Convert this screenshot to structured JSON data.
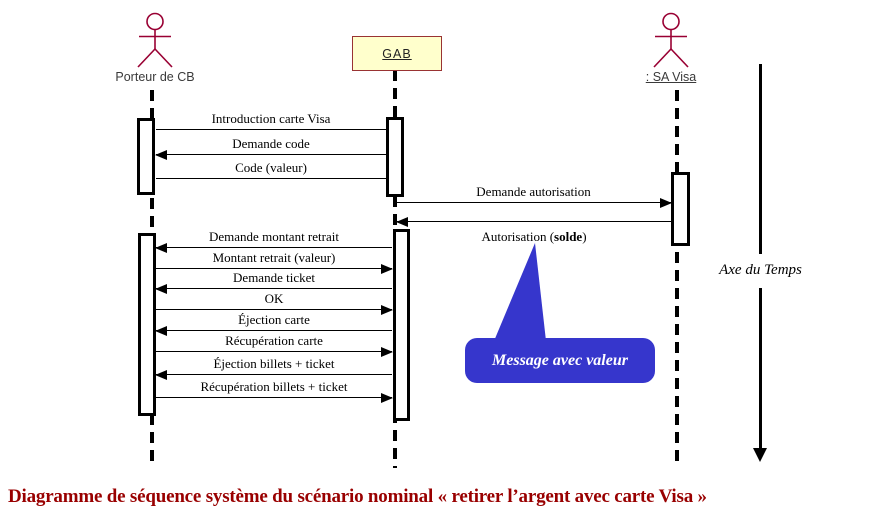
{
  "diagram": {
    "type": "uml-sequence-diagram",
    "caption": "Diagramme de séquence système du scénario nominal « retirer l’argent avec carte Visa »",
    "actors": [
      {
        "id": "porteur",
        "label": "Porteur de CB",
        "kind": "actor"
      },
      {
        "id": "gab",
        "label": "GAB",
        "kind": "object"
      },
      {
        "id": "savisa",
        "label": ": SA Visa",
        "kind": "actor"
      }
    ],
    "time_axis_label": "Axe du Temps",
    "callout": {
      "label": "Message avec valeur"
    },
    "messages": [
      {
        "label": "Introduction carte Visa",
        "from": "porteur",
        "to": "gab"
      },
      {
        "label": "Demande code",
        "from": "gab",
        "to": "porteur"
      },
      {
        "label": "Code (valeur)",
        "from": "porteur",
        "to": "gab"
      },
      {
        "label": "Demande autorisation",
        "from": "gab",
        "to": "savisa"
      },
      {
        "label": "Autorisation (solde)",
        "from": "savisa",
        "to": "gab",
        "bold_word": "solde",
        "label_position": "below"
      },
      {
        "label": "Demande montant retrait",
        "from": "gab",
        "to": "porteur"
      },
      {
        "label": "Montant retrait (valeur)",
        "from": "porteur",
        "to": "gab"
      },
      {
        "label": "Demande ticket",
        "from": "gab",
        "to": "porteur"
      },
      {
        "label": "OK",
        "from": "porteur",
        "to": "gab"
      },
      {
        "label": "Éjection carte",
        "from": "gab",
        "to": "porteur"
      },
      {
        "label": "Récupération carte",
        "from": "porteur",
        "to": "gab"
      },
      {
        "label": "Éjection billets + ticket",
        "from": "gab",
        "to": "porteur"
      },
      {
        "label": "Récupération billets + ticket",
        "from": "porteur",
        "to": "gab"
      }
    ],
    "colors": {
      "actor_stroke": "#990033",
      "box_fill": "#ffffcc",
      "box_border": "#993333",
      "callout_fill": "#3636cc",
      "caption_color": "#990000"
    }
  }
}
